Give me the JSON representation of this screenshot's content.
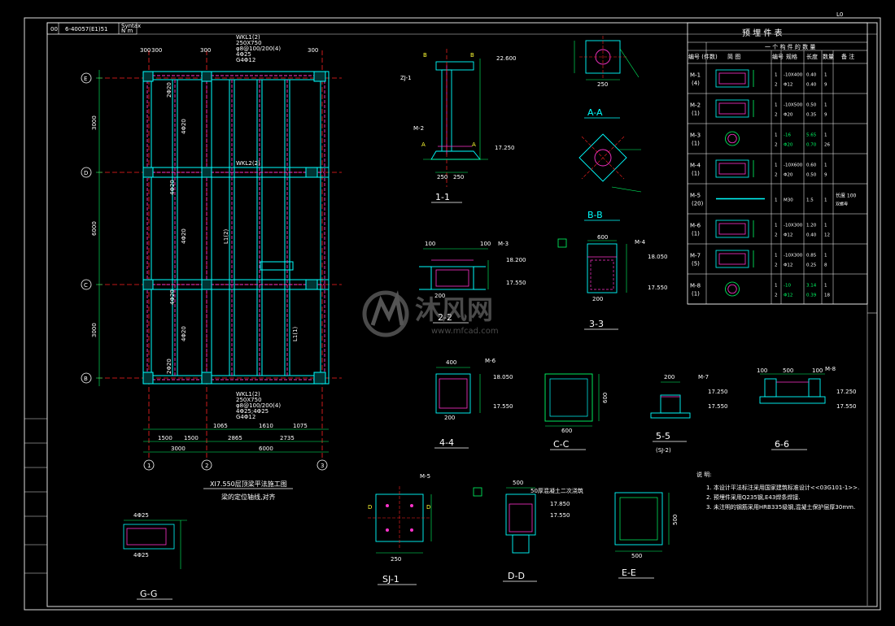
{
  "sheet": {
    "top_label": "6-40057(E1)51",
    "top_small": "00",
    "corner_mark": "L0",
    "stamp_lines": [
      "Syntax",
      "N m"
    ]
  },
  "plan": {
    "axes_letters": [
      "E",
      "D",
      "C",
      "B"
    ],
    "axes_numbers": [
      "1",
      "2",
      "3"
    ],
    "left_dims": [
      "3000",
      "6000",
      "3000"
    ],
    "bottom_dims_1": [
      "1500",
      "1500",
      "2865",
      "2735"
    ],
    "bottom_dims_2": [
      "3000",
      "6000"
    ],
    "bottom_dims_3": [
      "1065",
      "1610",
      "1075"
    ],
    "top_dims": [
      "300",
      "300",
      "300",
      "300"
    ],
    "title": "XI7.550层顶梁平法施工图",
    "subtitle": "梁的定位轴线,对齐",
    "beam_note_top": [
      "WKL1(2)",
      "250X750",
      "φ8@100/200(4)",
      "4Φ25",
      "G4Φ12"
    ],
    "beam_note_bottom": [
      "WKL1(2)",
      "250X750",
      "φ8@100/200(4)",
      "4Φ25;4Φ25",
      "G4Φ12"
    ],
    "beam_labels": [
      "4Φ20",
      "4Φ20",
      "4Φ20",
      "4Φ20",
      "2Φ20",
      "2Φ20",
      "4Φ20",
      "L1(2)",
      "WKL2(2)",
      "L1(1)"
    ]
  },
  "section_labels": {
    "s11": "1-1",
    "aa": "A-A",
    "bb": "B-B",
    "s22": "2-2",
    "s33": "3-3",
    "s44": "4-4",
    "cc": "C-C",
    "s55": "5-5",
    "s55_sub": "(SJ-2)",
    "s66": "6-6",
    "gg": "G-G",
    "sj1": "SJ-1",
    "dd": "D-D",
    "ee": "E-E"
  },
  "detail_labels": {
    "zj1": "ZJ-1",
    "m2": "M-2",
    "m3": "M-3",
    "m4": "M-4",
    "m5": "M-5",
    "m6": "M-6",
    "m7": "M-7",
    "m8": "M-8",
    "elev1": "22.600",
    "elev2": "17.250",
    "elev3": "17.550",
    "elev4": "18.050",
    "elev5": "17.850",
    "elev6": "18.200",
    "dim250": "250",
    "dim200": "200",
    "dim600": "600",
    "dim500": "500",
    "dim300": "300",
    "dim100": "100",
    "dd_note": "50厚混凝土二次浇筑"
  },
  "table": {
    "title": "预 埋 件 表",
    "subheader": "一 个 构 件 的 数 量",
    "col_headers": [
      "编号 (件数)",
      "简 图",
      "编号",
      "规格",
      "长度",
      "数量",
      "备 注"
    ],
    "rows": [
      {
        "id": "M-1",
        "count": "(4)",
        "items": [
          [
            "1",
            "-10X400",
            "0.40",
            "1"
          ],
          [
            "2",
            "Φ12",
            "0.40",
            "9"
          ]
        ],
        "note": ""
      },
      {
        "id": "M-2",
        "count": "(1)",
        "items": [
          [
            "1",
            "-10X500",
            "0.50",
            "1"
          ],
          [
            "2",
            "Φ20",
            "0.35",
            "9"
          ]
        ],
        "note": ""
      },
      {
        "id": "M-3",
        "count": "(1)",
        "items": [
          [
            "1",
            "-16",
            "5.65",
            "1"
          ],
          [
            "2",
            "Φ20",
            "0.70",
            "26"
          ]
        ],
        "note": ""
      },
      {
        "id": "M-4",
        "count": "(1)",
        "items": [
          [
            "1",
            "-10X600",
            "0.60",
            "1"
          ],
          [
            "2",
            "Φ20",
            "0.50",
            "9"
          ]
        ],
        "note": ""
      },
      {
        "id": "M-5",
        "count": "(20)",
        "items": [
          [
            "1",
            "M30",
            "1.5",
            "1"
          ]
        ],
        "note": "长度 100 双螺母"
      },
      {
        "id": "M-6",
        "count": "(1)",
        "items": [
          [
            "1",
            "-10X300",
            "1.20",
            "1"
          ],
          [
            "2",
            "Φ12",
            "0.40",
            "12"
          ]
        ],
        "note": ""
      },
      {
        "id": "M-7",
        "count": "(5)",
        "items": [
          [
            "1",
            "-10X300",
            "0.85",
            "1"
          ],
          [
            "2",
            "Φ12",
            "0.25",
            "8"
          ]
        ],
        "note": ""
      },
      {
        "id": "M-8",
        "count": "(1)",
        "items": [
          [
            "1",
            "-10",
            "3.14",
            "1"
          ],
          [
            "2",
            "Φ12",
            "0.39",
            "18"
          ]
        ],
        "note": ""
      }
    ]
  },
  "notes": {
    "heading": "说 明:",
    "lines": [
      "1. 本设计平法标注采用国家建筑标准设计<<03G101-1>>.",
      "2. 预埋件采用Q235钢,E43焊条焊接.",
      "3. 未注明的钢筋采用HRB335级钢,混凝土保护层厚30mm."
    ]
  },
  "watermark": {
    "text": "沐风网",
    "url": "www.mfcad.com"
  },
  "colors": {
    "background": "#000000",
    "frame": "#ffffff",
    "axis_red": "#ff2222",
    "beam_magenta": "#ff33cc",
    "cyan": "#00ffff",
    "green": "#00ff66",
    "yellow": "#ffff33"
  }
}
